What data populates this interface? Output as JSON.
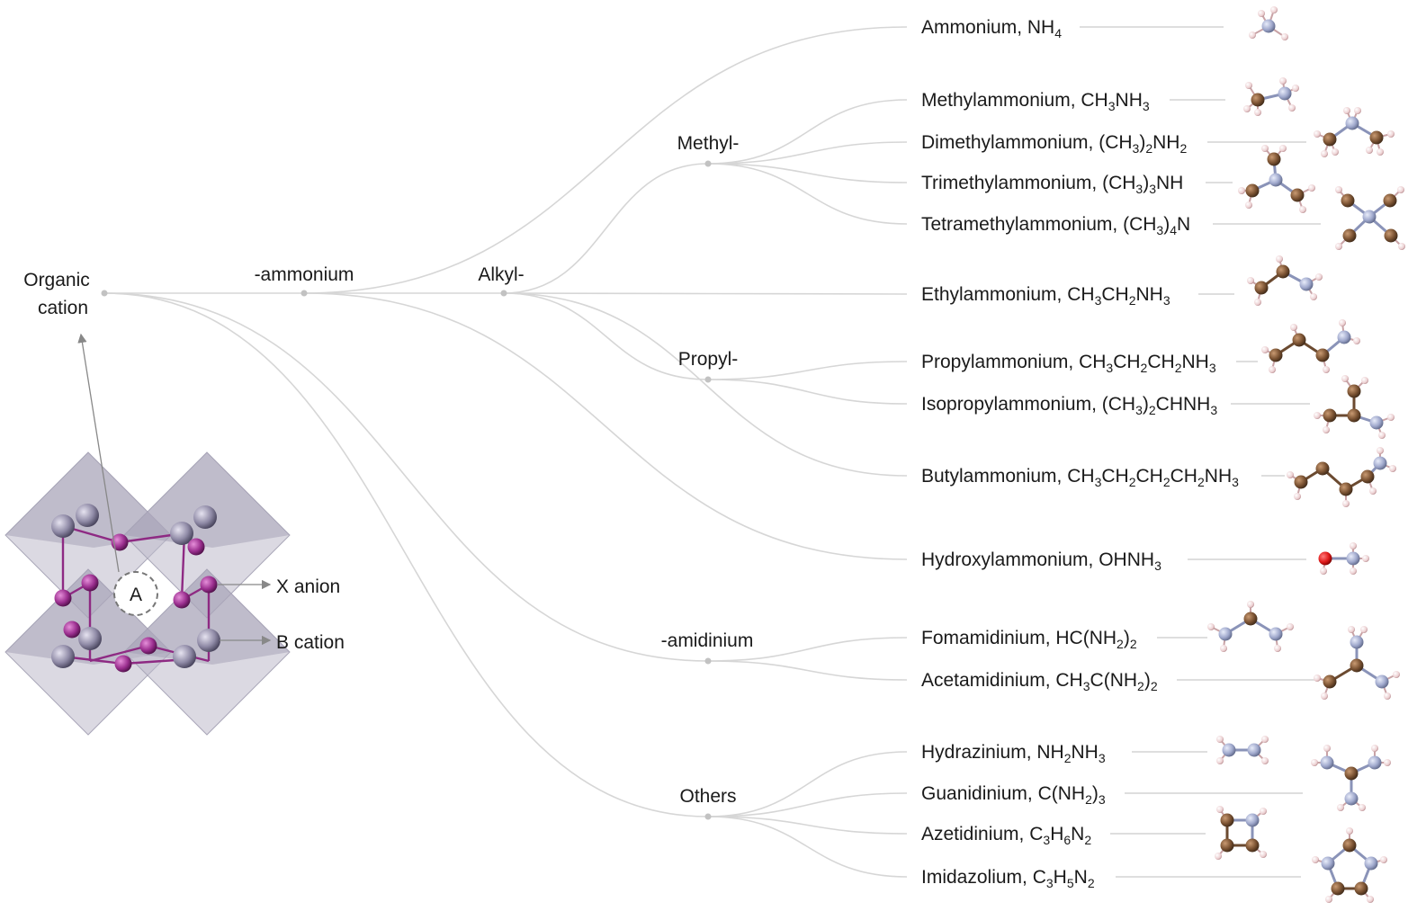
{
  "nodes": {
    "root": [
      "Organic",
      "cation"
    ],
    "ammonium": "-ammonium",
    "alkyl": "Alkyl-",
    "methyl": "Methyl-",
    "propyl": "Propyl-",
    "amidinium": "-amidinium",
    "others": "Others"
  },
  "leaves": [
    {
      "name": "Ammonium, ",
      "formula": [
        [
          "NH",
          ""
        ],
        [
          "4",
          "sub"
        ]
      ]
    },
    {
      "name": "Methylammonium, ",
      "formula": [
        [
          "CH",
          ""
        ],
        [
          "3",
          "sub"
        ],
        [
          "NH",
          ""
        ],
        [
          "3",
          "sub"
        ]
      ]
    },
    {
      "name": "Dimethylammonium, ",
      "formula": [
        [
          "(CH",
          ""
        ],
        [
          "3",
          "sub"
        ],
        [
          ")",
          ""
        ],
        [
          "2",
          "sub"
        ],
        [
          "NH",
          ""
        ],
        [
          "2",
          "sub"
        ]
      ]
    },
    {
      "name": "Trimethylammonium, ",
      "formula": [
        [
          "(CH",
          ""
        ],
        [
          "3",
          "sub"
        ],
        [
          ")",
          ""
        ],
        [
          "3",
          "sub"
        ],
        [
          "NH",
          ""
        ]
      ]
    },
    {
      "name": "Tetramethylammonium, ",
      "formula": [
        [
          "(CH",
          ""
        ],
        [
          "3",
          "sub"
        ],
        [
          ")",
          ""
        ],
        [
          "4",
          "sub"
        ],
        [
          "N",
          ""
        ]
      ]
    },
    {
      "name": "Ethylammonium, ",
      "formula": [
        [
          "CH",
          ""
        ],
        [
          "3",
          "sub"
        ],
        [
          "CH",
          ""
        ],
        [
          "2",
          "sub"
        ],
        [
          "NH",
          ""
        ],
        [
          "3",
          "sub"
        ]
      ]
    },
    {
      "name": "Propylammonium, ",
      "formula": [
        [
          "CH",
          ""
        ],
        [
          "3",
          "sub"
        ],
        [
          "CH",
          ""
        ],
        [
          "2",
          "sub"
        ],
        [
          "CH",
          ""
        ],
        [
          "2",
          "sub"
        ],
        [
          "NH",
          ""
        ],
        [
          "3",
          "sub"
        ]
      ]
    },
    {
      "name": "Isopropylammonium, ",
      "formula": [
        [
          "(CH",
          ""
        ],
        [
          "3",
          "sub"
        ],
        [
          ")",
          ""
        ],
        [
          "2",
          "sub"
        ],
        [
          "CHNH",
          ""
        ],
        [
          "3",
          "sub"
        ]
      ]
    },
    {
      "name": "Butylammonium, ",
      "formula": [
        [
          "CH",
          ""
        ],
        [
          "3",
          "sub"
        ],
        [
          "CH",
          ""
        ],
        [
          "2",
          "sub"
        ],
        [
          "CH",
          ""
        ],
        [
          "2",
          "sub"
        ],
        [
          "CH",
          ""
        ],
        [
          "2",
          "sub"
        ],
        [
          "NH",
          ""
        ],
        [
          "3",
          "sub"
        ]
      ]
    },
    {
      "name": "Hydroxylammonium, ",
      "formula": [
        [
          "OHNH",
          ""
        ],
        [
          "3",
          "sub"
        ]
      ]
    },
    {
      "name": "Fomamidinium, ",
      "formula": [
        [
          "HC(NH",
          ""
        ],
        [
          "2",
          "sub"
        ],
        [
          ")",
          ""
        ],
        [
          "2",
          "sub"
        ]
      ]
    },
    {
      "name": "Acetamidinium, ",
      "formula": [
        [
          "CH",
          ""
        ],
        [
          "3",
          "sub"
        ],
        [
          "C(NH",
          ""
        ],
        [
          "2",
          "sub"
        ],
        [
          ")",
          ""
        ],
        [
          "2",
          "sub"
        ]
      ]
    },
    {
      "name": "Hydrazinium, ",
      "formula": [
        [
          "NH",
          ""
        ],
        [
          "2",
          "sub"
        ],
        [
          "NH",
          ""
        ],
        [
          "3",
          "sub"
        ]
      ]
    },
    {
      "name": "Guanidinium, ",
      "formula": [
        [
          "C(NH",
          ""
        ],
        [
          "2",
          "sub"
        ],
        [
          ")",
          ""
        ],
        [
          "3",
          "sub"
        ]
      ]
    },
    {
      "name": "Azetidinium, ",
      "formula": [
        [
          "C",
          ""
        ],
        [
          "3",
          "sub"
        ],
        [
          "H",
          ""
        ],
        [
          "6",
          "sub"
        ],
        [
          "N",
          ""
        ],
        [
          "2",
          "sub"
        ]
      ]
    },
    {
      "name": "Imidazolium, ",
      "formula": [
        [
          "C",
          ""
        ],
        [
          "3",
          "sub"
        ],
        [
          "H",
          ""
        ],
        [
          "5",
          "sub"
        ],
        [
          "N",
          ""
        ],
        [
          "2",
          "sub"
        ]
      ]
    }
  ],
  "crystal": {
    "site_label": "A",
    "x_label": "X anion",
    "b_label": "B cation"
  },
  "colors": {
    "branch": "#d6d6d6",
    "carbon": "#8a5a3a",
    "nitrogen": "#a9b2d6",
    "hydrogen": "#f1d6d8",
    "oxygen": "#e01a1a",
    "x_anion": "#9b2f8f",
    "b_cation": "#8f8aa6",
    "octahedron": "#b9b6c6"
  }
}
